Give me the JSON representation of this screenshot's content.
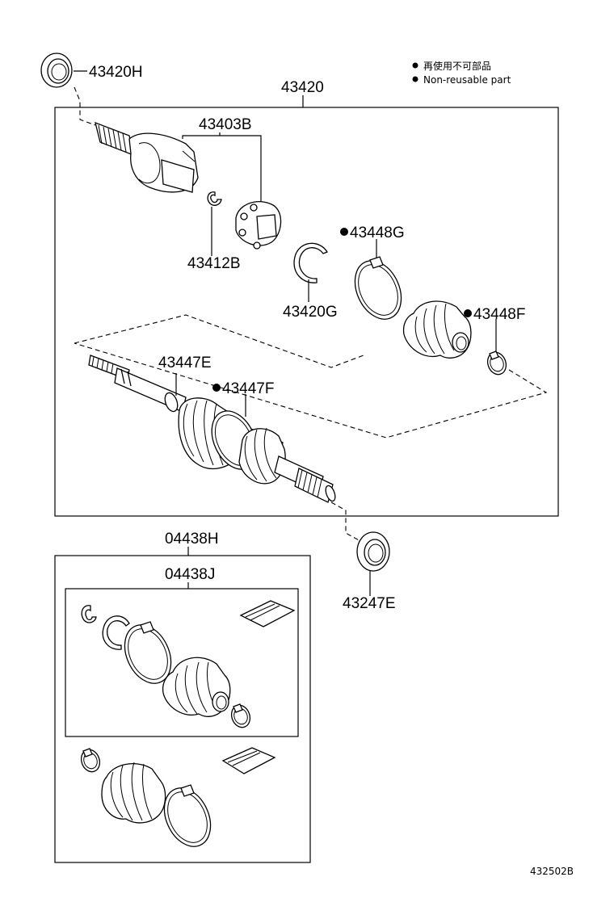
{
  "legend": {
    "line_jp": "再使用不可部品",
    "line_en": "Non-reusable part"
  },
  "parts": {
    "p43420H": "43420H",
    "p43420": "43420",
    "p43403B": "43403B",
    "p43412B": "43412B",
    "p43448G": "43448G",
    "p43420G": "43420G",
    "p43448F": "43448F",
    "p43447E": "43447E",
    "p43447F": "43447F",
    "p04438H": "04438H",
    "p04438J": "04438J",
    "p43247E": "43247E"
  },
  "non_reusable_marker": "●",
  "figure_code": "432502B"
}
